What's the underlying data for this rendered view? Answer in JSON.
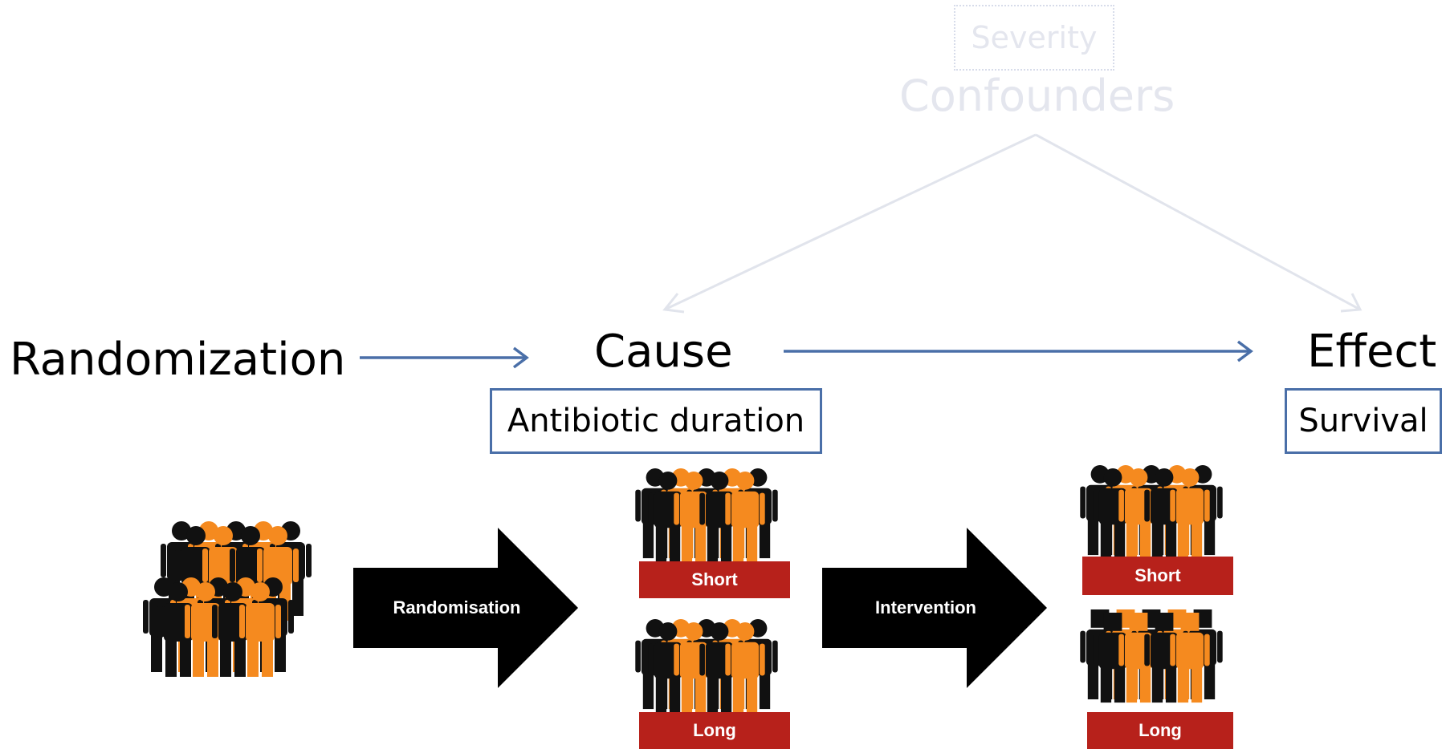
{
  "confounder": {
    "severity_label": "Severity",
    "confounders_label": "Confounders"
  },
  "chain": {
    "randomization": "Randomization",
    "cause": "Cause",
    "cause_box": "Antibiotic duration",
    "effect": "Effect",
    "effect_box": "Survival"
  },
  "flow": {
    "arrow1_label": "Randomisation",
    "arrow2_label": "Intervention",
    "group_short": "Short",
    "group_long": "Long"
  },
  "colors": {
    "orange": "#f58a1f",
    "black": "#111111",
    "red_bar": "#b7211b",
    "blue": "#4a6fa8",
    "faded": "#e4e6ee"
  }
}
